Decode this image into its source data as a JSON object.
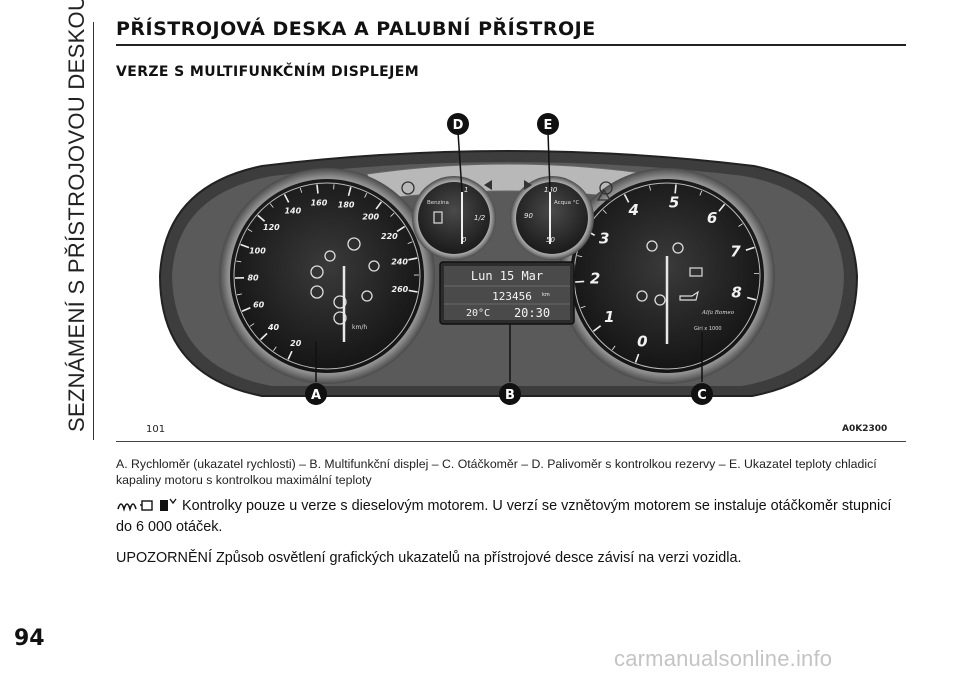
{
  "sidebar": {
    "section_title": "SEZNÁMENÍ S PŘÍSTROJOVOU DESKOU"
  },
  "header": {
    "title": "PŘÍSTROJOVÁ DESKA A PALUBNÍ PŘÍSTROJE",
    "subtitle": "VERZE S MULTIFUNKČNÍM DISPLEJEM"
  },
  "figure": {
    "number": "101",
    "code": "A0K2300",
    "callouts": {
      "a": "A",
      "b": "B",
      "c": "C",
      "d": "D",
      "e": "E"
    },
    "speedometer": {
      "ticks": [
        "20",
        "40",
        "60",
        "80",
        "100",
        "120",
        "140",
        "160",
        "180",
        "200",
        "220",
        "240",
        "260"
      ],
      "unit": "km/h"
    },
    "tachometer": {
      "ticks": [
        "0",
        "1",
        "2",
        "3",
        "4",
        "5",
        "6",
        "7",
        "8"
      ],
      "unit": "Giri x 1000",
      "brand": "Alfa Romeo"
    },
    "fuel_gauge": {
      "label": "Benzina",
      "ticks": [
        "0",
        "1/2",
        "1"
      ]
    },
    "temp_gauge": {
      "label": "Acqua °C",
      "ticks": [
        "50",
        "90",
        "130"
      ]
    },
    "display": {
      "date": "Lun 15 Mar",
      "odometer": "123456",
      "odometer_unit": "km",
      "temperature": "20°C",
      "time": "20:30"
    }
  },
  "caption": "A. Rychloměr (ukazatel rychlosti) – B. Multifunkční displej – C. Otáčkoměr – D. Palivoměr s kontrolkou rezervy – E. Ukazatel teploty chladicí kapaliny motoru s kontrolkou maximální teploty",
  "paragraph": "Kontrolky pouze u verze s dieselovým motorem. U verzí se vznětovým motorem se instaluje otáčkoměr stupnicí do 6 000 otáček.",
  "warning": "UPOZORNĚNÍ Způsob osvětlení grafických ukazatelů na přístrojové desce závisí na verzi vozidla.",
  "page_number": "94",
  "watermark": "carmanualsonline.info"
}
